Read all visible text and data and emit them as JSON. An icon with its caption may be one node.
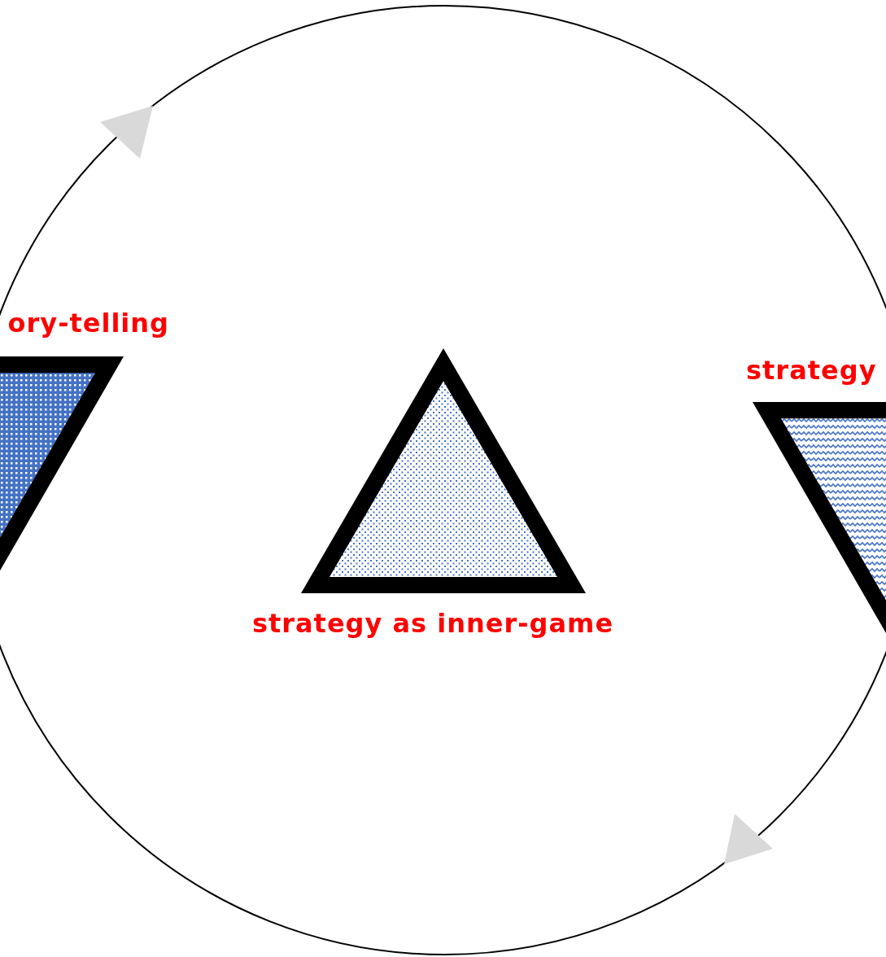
{
  "diagram": {
    "nodes": [
      {
        "text": [
          "ory-telling"
        ]
      },
      {
        "text": [
          "strategy as inner-game"
        ]
      },
      {
        "text": [
          "strategy"
        ]
      }
    ]
  }
}
